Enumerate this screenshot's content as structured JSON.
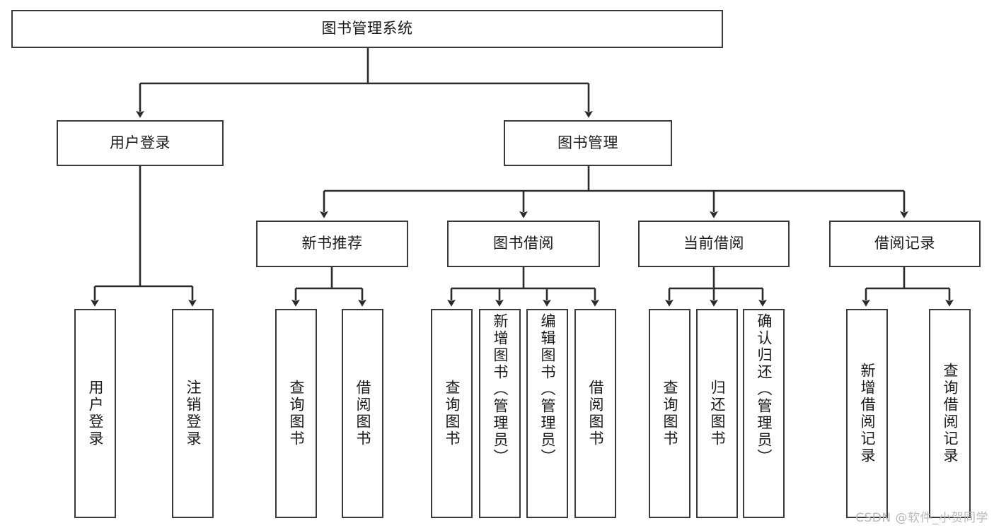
{
  "diagram": {
    "title": "图书管理系统",
    "type": "tree",
    "watermark": "CSDN @软件_小贺同学",
    "colors": {
      "stroke": "#3a3a3a",
      "text": "#1b1b1b",
      "background": "#ffffff",
      "watermark": "#b8b8b8"
    },
    "root": {
      "label": "图书管理系统"
    },
    "level2": [
      {
        "label": "用户登录"
      },
      {
        "label": "图书管理"
      }
    ],
    "level3": [
      {
        "label": "新书推荐"
      },
      {
        "label": "图书借阅"
      },
      {
        "label": "当前借阅"
      },
      {
        "label": "借阅记录"
      }
    ],
    "leaves": {
      "user_login": [
        {
          "label": "用户登录"
        },
        {
          "label": "注销登录"
        }
      ],
      "new_book_recommend": [
        {
          "label": "查询图书"
        },
        {
          "label": "借阅图书"
        }
      ],
      "book_borrow": [
        {
          "label": "查询图书"
        },
        {
          "label": "新增图书（管理员）"
        },
        {
          "label": "编辑图书（管理员）"
        },
        {
          "label": "借阅图书"
        }
      ],
      "current_borrow": [
        {
          "label": "查询图书"
        },
        {
          "label": "归还图书"
        },
        {
          "label": "确认归还（管理员）"
        }
      ],
      "borrow_record": [
        {
          "label": "新增借阅记录"
        },
        {
          "label": "查询借阅记录"
        }
      ]
    }
  }
}
